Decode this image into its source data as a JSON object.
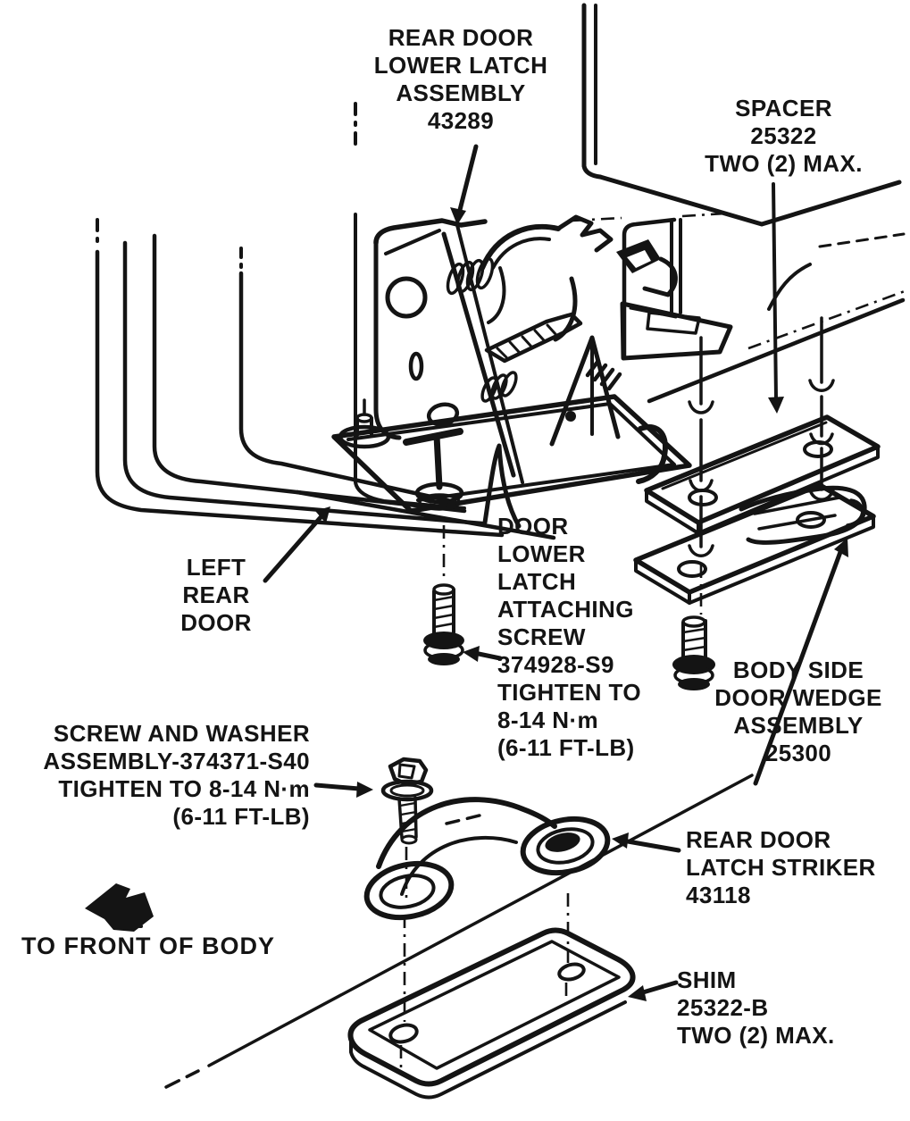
{
  "diagram": {
    "type": "exploded-parts-illustration",
    "subject": "Rear door lower latch, striker, spacer and shim installation",
    "colors": {
      "ink": "#141414",
      "paper": "#ffffff"
    },
    "labels": {
      "latch_assembly": "REAR DOOR\nLOWER LATCH\nASSEMBLY\n43289",
      "spacer": "SPACER\n25322\nTWO (2) MAX.",
      "left_rear_door": "LEFT\nREAR\nDOOR",
      "attaching_screw": "DOOR\nLOWER\nLATCH\nATTACHING\nSCREW\n374928-S9\nTIGHTEN TO\n8-14 N·m\n(6-11 FT-LB)",
      "wedge_assembly": "BODY SIDE\nDOOR WEDGE\nASSEMBLY\n25300",
      "screw_and_washer": "SCREW AND WASHER\nASSEMBLY-374371-S40\nTIGHTEN TO 8-14 N·m\n(6-11 FT-LB)",
      "to_front_of_body": "TO FRONT OF BODY",
      "latch_striker": "REAR DOOR\nLATCH STRIKER\n43118",
      "shim": "SHIM\n25322-B\nTWO (2) MAX."
    },
    "icons": {
      "front_direction_arrow": "solid black arrow pointing to front of body (left)"
    }
  }
}
